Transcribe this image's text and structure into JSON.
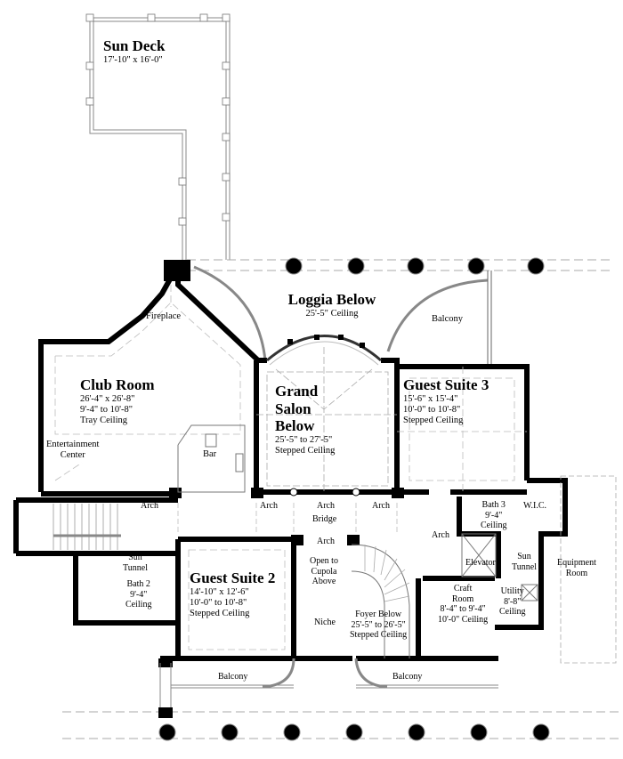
{
  "plan": {
    "rooms": {
      "sun_deck": {
        "name": "Sun Deck",
        "dims": "17'-10\" x 16'-0\""
      },
      "loggia": {
        "name": "Loggia Below",
        "ceiling": "25'-5\" Ceiling"
      },
      "club_room": {
        "name": "Club Room",
        "dims": "26'-4\" x 26'-8\"",
        "height": "9'-4\" to 10'-8\"",
        "ceiling": "Tray Ceiling"
      },
      "grand_salon": {
        "name_line1": "Grand",
        "name_line2": "Salon",
        "name_line3": "Below",
        "height": "25'-5\" to 27'-5\"",
        "ceiling": "Stepped Ceiling"
      },
      "guest_suite_3": {
        "name": "Guest Suite 3",
        "dims": "15'-6\" x 15'-4\"",
        "height": "10'-0\" to 10'-8\"",
        "ceiling": "Stepped Ceiling"
      },
      "guest_suite_2": {
        "name": "Guest Suite 2",
        "dims": "14'-10\" x 12'-6\"",
        "height": "10'-0\" to 10'-8\"",
        "ceiling": "Stepped Ceiling"
      },
      "bath_3": {
        "line1": "Bath 3",
        "line2": "9'-4\"",
        "line3": "Ceiling"
      },
      "bath_2": {
        "line1": "Bath 2",
        "line2": "9'-4\"",
        "line3": "Ceiling"
      },
      "wic": {
        "name": "W.I.C."
      },
      "elevator": {
        "name": "Elevator"
      },
      "craft_room": {
        "line1": "Craft",
        "line2": "Room",
        "line3": "8'-4\" to 9'-4\"",
        "line4": "10'-0\" Ceiling"
      },
      "utility": {
        "line1": "Utility",
        "line2": "8'-8\"",
        "line3": "Ceiling"
      },
      "equipment_room": {
        "line1": "Equipment",
        "line2": "Room"
      },
      "open_cupola": {
        "line1": "Open to",
        "line2": "Cupola",
        "line3": "Above"
      },
      "foyer": {
        "line1": "Foyer Below",
        "line2": "25'-5\" to 26'-5\"",
        "line3": "Stepped Ceiling"
      },
      "bridge": {
        "name": "Bridge"
      },
      "balcony_top": {
        "name": "Balcony"
      },
      "balcony_left": {
        "name": "Balcony"
      },
      "balcony_right": {
        "name": "Balcony"
      }
    },
    "features": {
      "fireplace": "Fireplace",
      "entertainment_line1": "Entertainment",
      "entertainment_line2": "Center",
      "bar": "Bar",
      "niche": "Niche",
      "sun_tunnel_left_line1": "Sun",
      "sun_tunnel_left_line2": "Tunnel",
      "sun_tunnel_right_line1": "Sun",
      "sun_tunnel_right_line2": "Tunnel",
      "arch_labels": [
        "Arch",
        "Arch",
        "Arch",
        "Arch",
        "Arch",
        "Arch"
      ]
    },
    "colors": {
      "wall": "#000000",
      "dash": "#9a9a9a",
      "line": "#555555",
      "background": "#ffffff"
    }
  }
}
